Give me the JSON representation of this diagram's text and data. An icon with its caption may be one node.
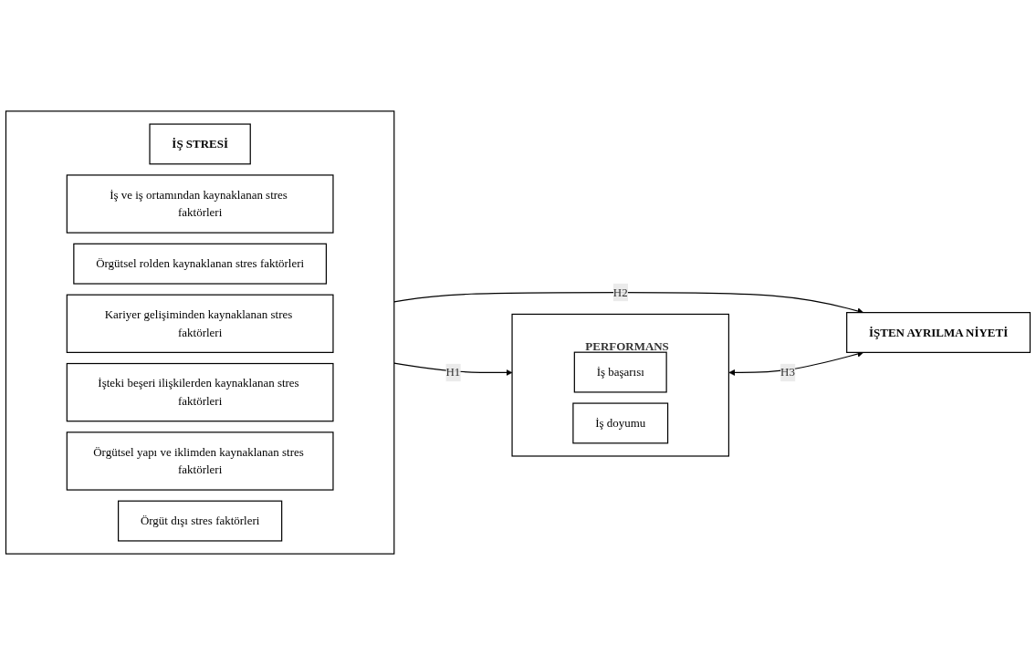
{
  "diagram": {
    "nodes": [
      {
        "text": [],
        "shape": "box"
      },
      {
        "text": [
          "İŞ STRESİ"
        ],
        "in": 0
      },
      {
        "text": [
          "İş ve iş ortamından kaynaklanan stres faktörleri"
        ],
        "in": 0
      },
      {
        "text": [
          "Örgütsel rolden kaynaklanan stres faktörleri"
        ],
        "in": 0
      },
      {
        "text": [
          "Kariyer gelişiminden kaynaklanan stres faktörleri"
        ],
        "in": 0
      },
      {
        "text": [
          "İşteki beşeri ilişkilerden kaynaklanan stres faktörleri"
        ],
        "in": 0
      },
      {
        "text": [
          "Örgütsel yapı ve iklimden kaynaklanan stres faktörleri"
        ],
        "in": 0
      },
      {
        "text": [
          "Örgüt dışı stres faktörleri"
        ],
        "in": 0
      },
      {
        "text": [
          "PERFORMANS"
        ]
      },
      {
        "text": [
          "İş başarısı"
        ],
        "in": 8
      },
      {
        "text": [
          "İş doyumu"
        ],
        "in": 8
      },
      {
        "text": [
          "İŞTEN AYRILMA NİYETİ"
        ]
      }
    ],
    "edges": [
      {
        "from": 0,
        "to": 8,
        "arrow": "to",
        "label": "H1"
      },
      {
        "from": 0,
        "to": 11,
        "arrow": "to",
        "label": "H2"
      },
      {
        "from": 8,
        "to": 11,
        "arrow": "both",
        "label": "H3"
      }
    ]
  }
}
